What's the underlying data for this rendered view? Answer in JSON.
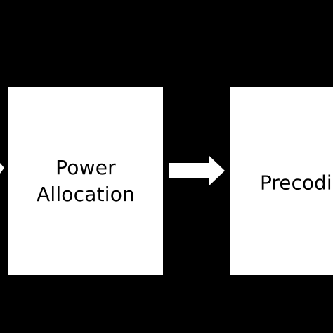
{
  "blocks": {
    "power_allocation": {
      "line1": "Power",
      "line2": "Allocation"
    },
    "precoding": {
      "label": "Precodi"
    }
  },
  "colors": {
    "background": "#000000",
    "block_fill": "#ffffff",
    "text": "#000000",
    "arrow": "#ffffff"
  }
}
